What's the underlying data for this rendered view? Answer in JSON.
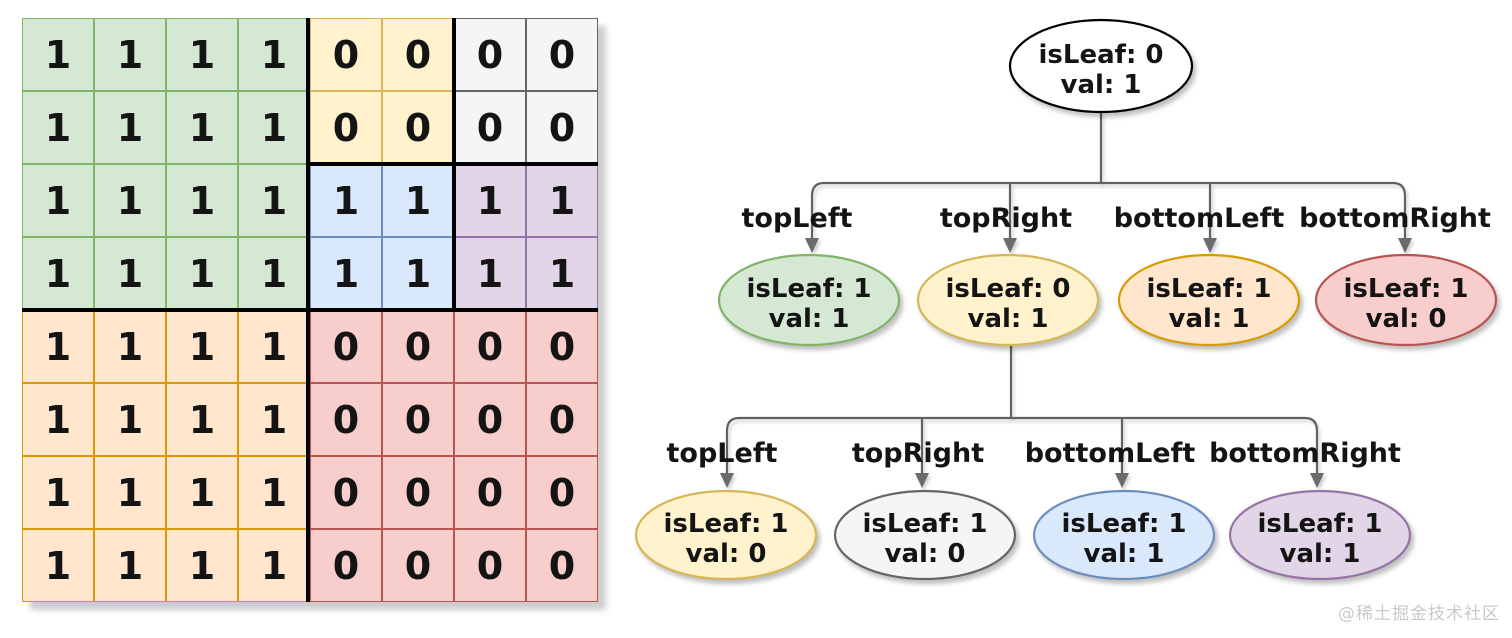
{
  "watermark": "@稀土掘金技术社区",
  "grid": {
    "rows": 8,
    "cols": 8,
    "values": [
      [
        1,
        1,
        1,
        1,
        0,
        0,
        0,
        0
      ],
      [
        1,
        1,
        1,
        1,
        0,
        0,
        0,
        0
      ],
      [
        1,
        1,
        1,
        1,
        1,
        1,
        1,
        1
      ],
      [
        1,
        1,
        1,
        1,
        1,
        1,
        1,
        1
      ],
      [
        1,
        1,
        1,
        1,
        0,
        0,
        0,
        0
      ],
      [
        1,
        1,
        1,
        1,
        0,
        0,
        0,
        0
      ],
      [
        1,
        1,
        1,
        1,
        0,
        0,
        0,
        0
      ],
      [
        1,
        1,
        1,
        1,
        0,
        0,
        0,
        0
      ]
    ],
    "region_map": [
      [
        "green",
        "green",
        "green",
        "green",
        "yellow",
        "yellow",
        "gray",
        "gray"
      ],
      [
        "green",
        "green",
        "green",
        "green",
        "yellow",
        "yellow",
        "gray",
        "gray"
      ],
      [
        "green",
        "green",
        "green",
        "green",
        "blue",
        "blue",
        "purple",
        "purple"
      ],
      [
        "green",
        "green",
        "green",
        "green",
        "blue",
        "blue",
        "purple",
        "purple"
      ],
      [
        "orange",
        "orange",
        "orange",
        "orange",
        "red",
        "red",
        "red",
        "red"
      ],
      [
        "orange",
        "orange",
        "orange",
        "orange",
        "red",
        "red",
        "red",
        "red"
      ],
      [
        "orange",
        "orange",
        "orange",
        "orange",
        "red",
        "red",
        "red",
        "red"
      ],
      [
        "orange",
        "orange",
        "orange",
        "orange",
        "red",
        "red",
        "red",
        "red"
      ]
    ],
    "palette": {
      "green": {
        "fill": "#d5e8d4",
        "stroke": "#82b366"
      },
      "yellow": {
        "fill": "#fff2cc",
        "stroke": "#d6b656"
      },
      "gray": {
        "fill": "#f5f5f5",
        "stroke": "#666666"
      },
      "blue": {
        "fill": "#dae8fc",
        "stroke": "#6c8ebf"
      },
      "purple": {
        "fill": "#e1d5e7",
        "stroke": "#9673a6"
      },
      "orange": {
        "fill": "#ffe6cc",
        "stroke": "#d79b00"
      },
      "red": {
        "fill": "#f8cecc",
        "stroke": "#b85450"
      }
    }
  },
  "tree": {
    "root": {
      "line1": "isLeaf: 0",
      "line2": "val: 1",
      "fill": "#ffffff",
      "stroke": "#000000"
    },
    "level1": {
      "edge_labels": [
        "topLeft",
        "topRight",
        "bottomLeft",
        "bottomRight"
      ],
      "nodes": [
        {
          "line1": "isLeaf: 1",
          "line2": "val: 1",
          "fill": "#d5e8d4",
          "stroke": "#82b366"
        },
        {
          "line1": "isLeaf: 0",
          "line2": "val: 1",
          "fill": "#fff2cc",
          "stroke": "#d6b656"
        },
        {
          "line1": "isLeaf: 1",
          "line2": "val: 1",
          "fill": "#ffe6cc",
          "stroke": "#d79b00"
        },
        {
          "line1": "isLeaf: 1",
          "line2": "val: 0",
          "fill": "#f8cecc",
          "stroke": "#b85450"
        }
      ]
    },
    "level2": {
      "edge_labels": [
        "topLeft",
        "topRight",
        "bottomLeft",
        "bottomRight"
      ],
      "nodes": [
        {
          "line1": "isLeaf: 1",
          "line2": "val: 0",
          "fill": "#fff2cc",
          "stroke": "#d6b656"
        },
        {
          "line1": "isLeaf: 1",
          "line2": "val: 0",
          "fill": "#f5f5f5",
          "stroke": "#666666"
        },
        {
          "line1": "isLeaf: 1",
          "line2": "val: 1",
          "fill": "#dae8fc",
          "stroke": "#6c8ebf"
        },
        {
          "line1": "isLeaf: 1",
          "line2": "val: 1",
          "fill": "#e1d5e7",
          "stroke": "#9673a6"
        }
      ]
    }
  }
}
